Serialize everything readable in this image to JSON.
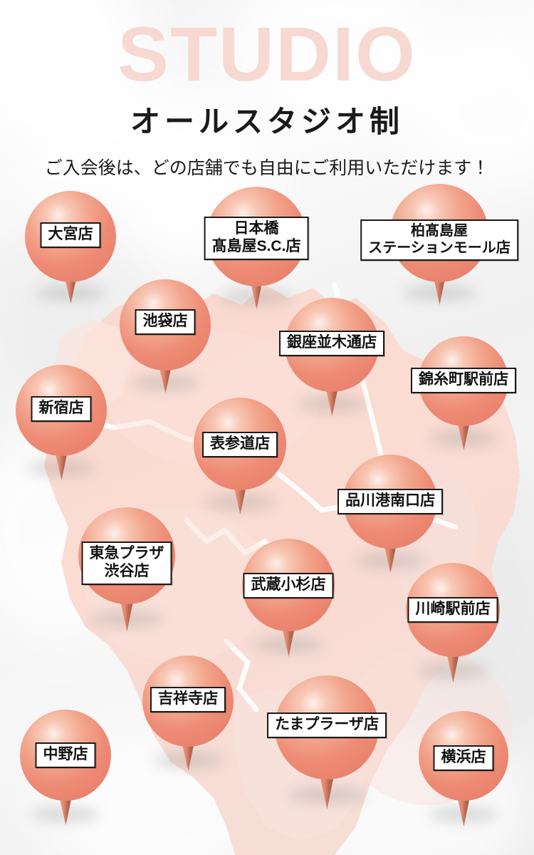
{
  "header": {
    "watermark": "STUDIO",
    "title": "オールスタジオ制",
    "subtitle": "ご入会後は、どの店舗でも自由にご利用いただけます！"
  },
  "colors": {
    "pin_body": "#ee8b75",
    "pin_highlight": "#fdf0ea",
    "pin_stem_dark": "#9d5740",
    "watermark_pink": "#f7d9d1",
    "map_land": "#fadcd3",
    "label_border": "#1a1a1a",
    "label_bg": "#ffffff",
    "background": "#f2f2f2"
  },
  "map": {
    "pins": [
      {
        "name": "oomiya",
        "lines": [
          "大宮店"
        ]
      },
      {
        "name": "nihonbashi",
        "lines": [
          "日本橋",
          "髙島屋S.C.店"
        ]
      },
      {
        "name": "kashiwa",
        "lines": [
          "柏髙島屋",
          "ステーションモール店"
        ]
      },
      {
        "name": "ikebukuro",
        "lines": [
          "池袋店"
        ]
      },
      {
        "name": "ginza",
        "lines": [
          "銀座並木通店"
        ]
      },
      {
        "name": "kinshicho",
        "lines": [
          "錦糸町駅前店"
        ]
      },
      {
        "name": "shinjuku",
        "lines": [
          "新宿店"
        ]
      },
      {
        "name": "omotesando",
        "lines": [
          "表参道店"
        ]
      },
      {
        "name": "shinagawa",
        "lines": [
          "品川港南口店"
        ]
      },
      {
        "name": "shibuya",
        "lines": [
          "東急プラザ",
          "渋谷店"
        ]
      },
      {
        "name": "musashikosugi",
        "lines": [
          "武蔵小杉店"
        ]
      },
      {
        "name": "kawasaki",
        "lines": [
          "川崎駅前店"
        ]
      },
      {
        "name": "kichijoji",
        "lines": [
          "吉祥寺店"
        ]
      },
      {
        "name": "nakano",
        "lines": [
          "中野店"
        ]
      },
      {
        "name": "tamaplaza",
        "lines": [
          "たまプラーザ店"
        ]
      },
      {
        "name": "yokohama",
        "lines": [
          "横浜店"
        ]
      }
    ]
  }
}
